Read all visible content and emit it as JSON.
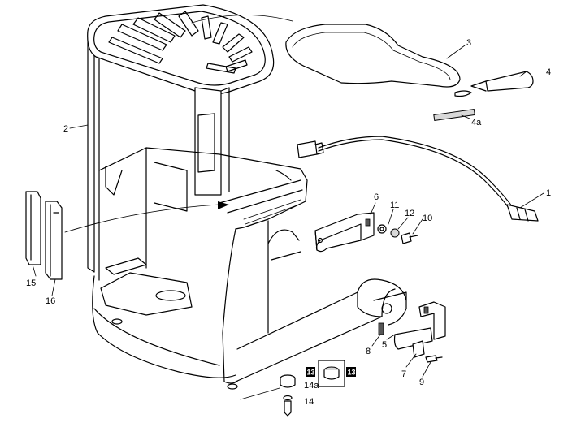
{
  "callouts": {
    "c1": "1",
    "c2": "2",
    "c3": "3",
    "c4": "4",
    "c4a": "4a",
    "c5": "5",
    "c6": "6",
    "c7": "7",
    "c8": "8",
    "c9": "9",
    "c10": "10",
    "c11": "11",
    "c12": "12",
    "c13a": "13",
    "c13b": "13",
    "c14": "14",
    "c14a": "14a",
    "c15": "15",
    "c16": "16"
  }
}
